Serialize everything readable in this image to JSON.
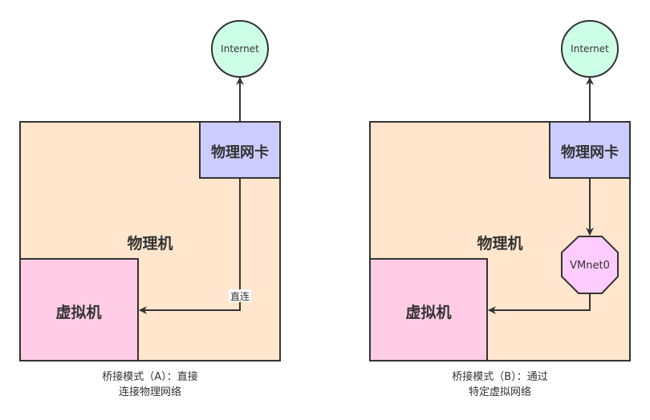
{
  "colors": {
    "host_fill": "#ffe6cc",
    "nic_fill": "#ccccff",
    "vm_fill": "#ffcce6",
    "internet_fill": "#ccffe6",
    "vmnet_fill": "#ffccff",
    "stroke": "#333333",
    "text": "#333333"
  },
  "diagrams": [
    {
      "internet_label": "Internet",
      "nic_label": "物理网卡",
      "host_label": "物理机",
      "vm_label": "虚拟机",
      "edge_label": "直连",
      "caption_line1": "桥接模式（A）：直接",
      "caption_line2": "连接物理网络"
    },
    {
      "internet_label": "Internet",
      "nic_label": "物理网卡",
      "host_label": "物理机",
      "vm_label": "虚拟机",
      "switch_label": "VMnet0",
      "caption_line1": "桥接模式（B）：通过",
      "caption_line2": "特定虚拟网络"
    }
  ]
}
